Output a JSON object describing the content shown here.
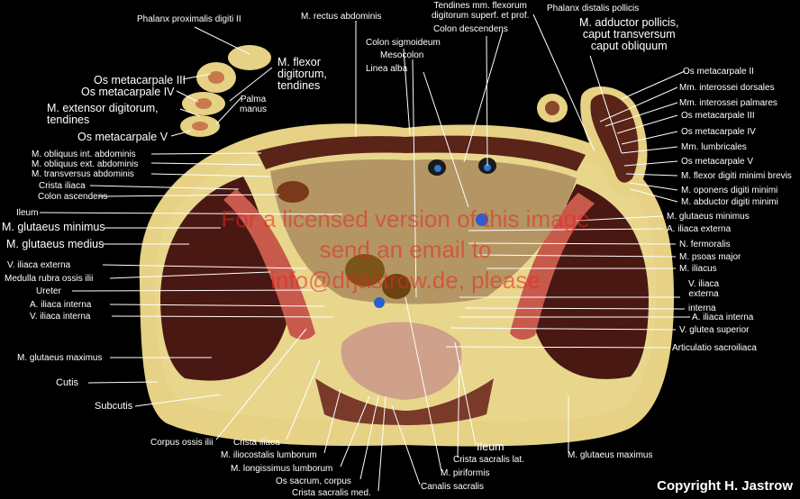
{
  "labels": {
    "phalanx_prox_ii": "Phalanx proximalis digiti II",
    "rectus": "M. rectus abdominis",
    "tendines_flexorum": "Tendines mm. flexorum\ndigitorum superf. et prof.",
    "phalanx_distalis": "Phalanx distalis pollicis",
    "colon_desc": "Colon descendens",
    "adductor": "M. adductor pollicis,\ncaput transversum\ncaput obliquum",
    "colon_sigm": "Colon sigmoideum",
    "mesocolon": "Mesocolon",
    "linea_alba": "Linea alba",
    "flexor_dig_tend": "M. flexor\ndigitorum,\ntendines",
    "palma_manus": "Palma\nmanus",
    "os_mc_iii_left": "Os metacarpale III",
    "os_mc_iv_left": "Os metacarpale IV",
    "extensor": "M. extensor digitorum,\ntendines",
    "os_mc_v_left": "Os metacarpale V",
    "obl_int": "M. obliquus int. abdominis",
    "obl_ext": "M. obliquus ext. abdominis",
    "transversus": "M. transversus abdominis",
    "crista_iliaca_l": "Crista iliaca",
    "colon_asc": "Colon ascendens",
    "ileum_l": "Ileum",
    "glut_min_l": "M. glutaeus minimus",
    "glut_med": "M. glutaeus medius",
    "v_iliaca_ext_l": "V. iliaca externa",
    "medulla": "Medulla rubra ossis ilii",
    "ureter": "Ureter",
    "a_iliaca_int_l": "A. iliaca interna",
    "v_iliaca_int_l": "V. iliaca interna",
    "glut_max_l": "M. glutaeus maximus",
    "cutis": "Cutis",
    "subcutis": "Subcutis",
    "corpus_ilii": "Corpus ossis ilii",
    "crista_iliaca_b": "Crista iliaca",
    "iliocostalis": "M. iliocostalis lumborum",
    "longissimus": "M. longissimus lumborum",
    "sacrum": "Os sacrum, corpus",
    "crista_sac_med": "Crista sacralis med.",
    "canalis": "Canalis sacralis",
    "piriformis": "M. piriformis",
    "crista_sac_lat": "Crista sacralis lat.",
    "ileum_b": "Ileum",
    "glut_max_b": "M. glutaeus maximus",
    "os_mc_ii": "Os metacarpale II",
    "interossei_d": "Mm. interossei dorsales",
    "interossei_p": "Mm. interossei palmares",
    "os_mc_iii_r": "Os metacarpale III",
    "os_mc_iv_r": "Os metacarpale IV",
    "lumbricales": "Mm. lumbricales",
    "os_mc_v_r": "Os metacarpale V",
    "flexor_min": "M. flexor digiti minimi brevis",
    "oponens": "M. oponens digiti minimi",
    "abductor": "M. abductor digiti minimi",
    "glut_min_r": "M. glutaeus minimus",
    "a_iliaca_ext": "A. iliaca externa",
    "n_fem": "N. fermoralis",
    "psoas": "M. psoas major",
    "iliacus": "M. iliacus",
    "v_iliaca_ext_r": "V. iliaca\nexterna",
    "interna": "interna",
    "a_iliaca_int_r": "A. iliaca interna",
    "v_glutea": "V. glutea superior",
    "sacroiliaca": "Articulatio sacroiliaca"
  },
  "watermark": "For a licensed version of this image\nsend an email to\ninfo@drjastrow.de, please",
  "copyright": "Copyright H. Jastrow",
  "colors": {
    "background": "#000000",
    "subcutis": "#e8d48a",
    "muscle": "#4a1a14",
    "bone_marrow": "#c8564a",
    "watermark": "#e6281e"
  }
}
